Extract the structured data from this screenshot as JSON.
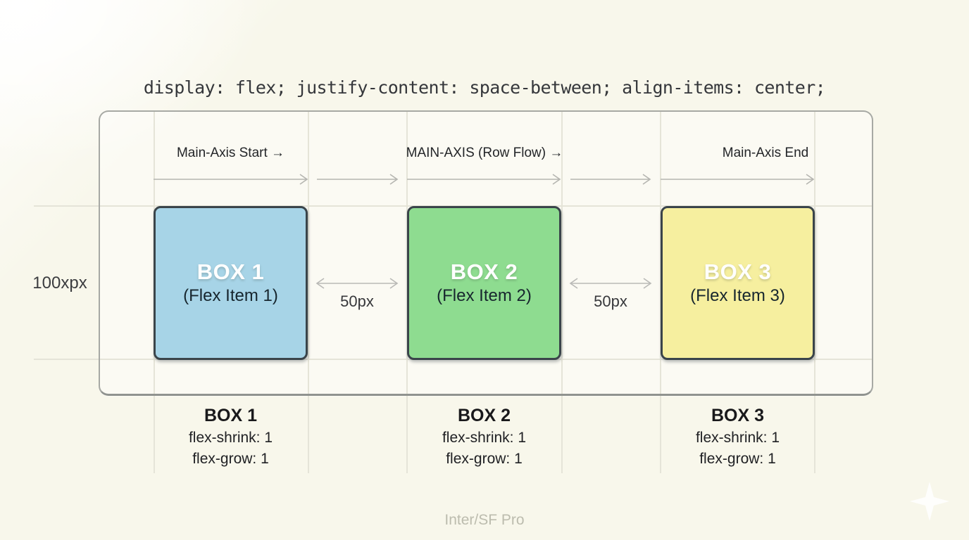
{
  "code_line": "display: flex; justify-content: space-between; align-items: center;",
  "axis_labels": {
    "start": "Main-Axis Start →",
    "middle": "MAIN-AXIS (Row Flow) →",
    "end": "Main-Axis End"
  },
  "cross_axis_label": "100xpx",
  "gaps": [
    {
      "label": "50px"
    },
    {
      "label": "50px"
    }
  ],
  "boxes": [
    {
      "title": "BOX 1",
      "subtitle": "(Flex Item 1)",
      "fill": "#a7d4e7",
      "spec_title": "BOX 1",
      "spec_lines": [
        "flex-shrink: 1",
        "flex-grow: 1"
      ]
    },
    {
      "title": "BOX 2",
      "subtitle": "(Flex Item 2)",
      "fill": "#8edc90",
      "spec_title": "BOX 2",
      "spec_lines": [
        "flex-shrink: 1",
        "flex-grow: 1"
      ]
    },
    {
      "title": "BOX 3",
      "subtitle": "(Flex Item 3)",
      "fill": "#f6ef9f",
      "spec_title": "BOX 3",
      "spec_lines": [
        "flex-shrink: 1",
        "flex-grow: 1"
      ]
    }
  ],
  "footer": "Inter/SF Pro",
  "colors": {
    "background": "#f8f7eb",
    "box_border": "#3a444a",
    "container_border": "#a7a9a4",
    "arrow": "#b5b5b0",
    "gridline": "#e5e4d8",
    "code_text": "#35373b",
    "footer_text": "#bcbcae"
  }
}
